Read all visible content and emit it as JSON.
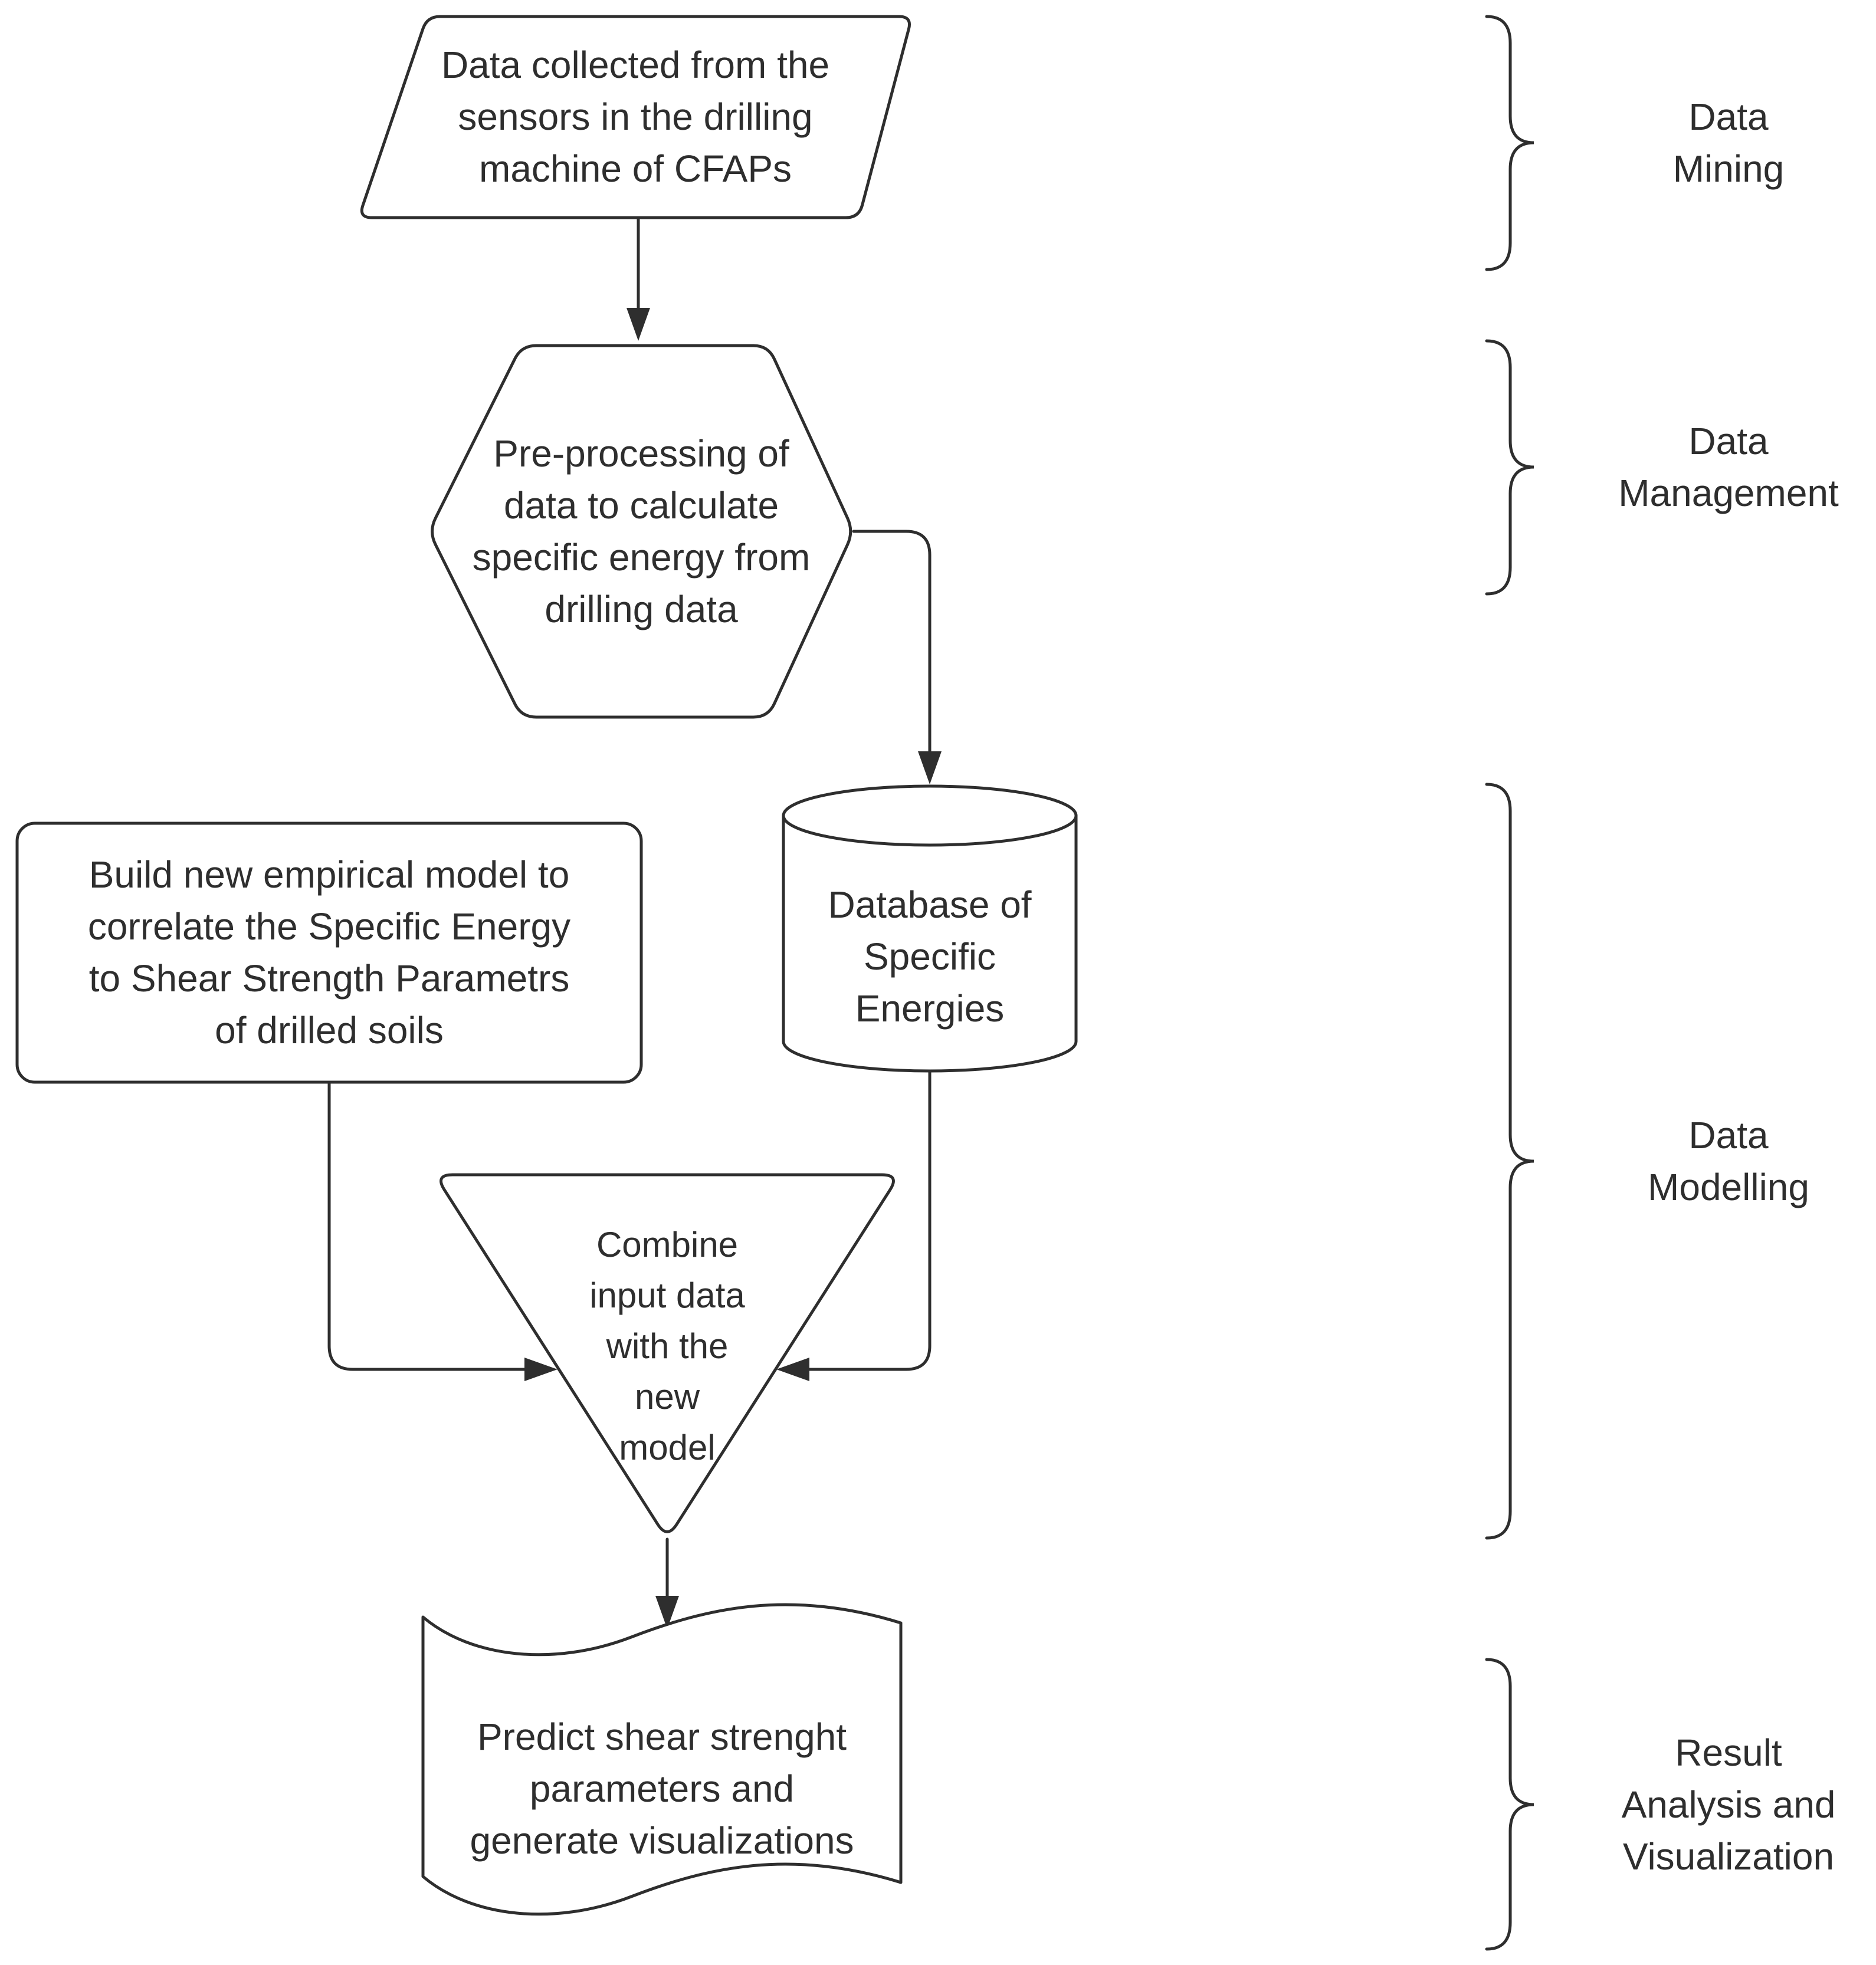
{
  "diagram": {
    "type": "flowchart",
    "background": "#ffffff",
    "stroke_color": "#2e2e2e",
    "text_color": "#2e2e2e",
    "nodes": [
      {
        "id": "sensor-data",
        "shape": "parallelogram",
        "label": "Data collected from the\nsensors in the drilling\nmachine of CFAPs"
      },
      {
        "id": "preprocessing",
        "shape": "hexagon",
        "label": "Pre-processing of\ndata to calculate\nspecific energy from\ndrilling data"
      },
      {
        "id": "empirical-model",
        "shape": "rounded-rectangle",
        "label": "Build new empirical model to\ncorrelate the Specific Energy\nto Shear Strength Parametrs\nof drilled soils"
      },
      {
        "id": "database",
        "shape": "cylinder",
        "label": "Database of\nSpecific\nEnergies"
      },
      {
        "id": "combine",
        "shape": "inverted-triangle",
        "label": "Combine\ninput data\nwith the\nnew\nmodel"
      },
      {
        "id": "predict",
        "shape": "wave-tape",
        "label": "Predict shear strenght\nparameters and\ngenerate visualizations"
      }
    ],
    "edges": [
      {
        "from": "sensor-data",
        "to": "preprocessing",
        "style": "arrow"
      },
      {
        "from": "preprocessing",
        "to": "database",
        "style": "elbow-arrow"
      },
      {
        "from": "database",
        "to": "combine",
        "style": "elbow-arrow"
      },
      {
        "from": "empirical-model",
        "to": "combine",
        "style": "elbow-arrow"
      },
      {
        "from": "combine",
        "to": "predict",
        "style": "arrow"
      }
    ],
    "sections": [
      {
        "id": "data-mining",
        "label": "Data\nMining"
      },
      {
        "id": "data-management",
        "label": "Data\nManagement"
      },
      {
        "id": "data-modelling",
        "label": "Data\nModelling"
      },
      {
        "id": "result-analysis",
        "label": "Result\nAnalysis and\nVisualization"
      }
    ]
  }
}
